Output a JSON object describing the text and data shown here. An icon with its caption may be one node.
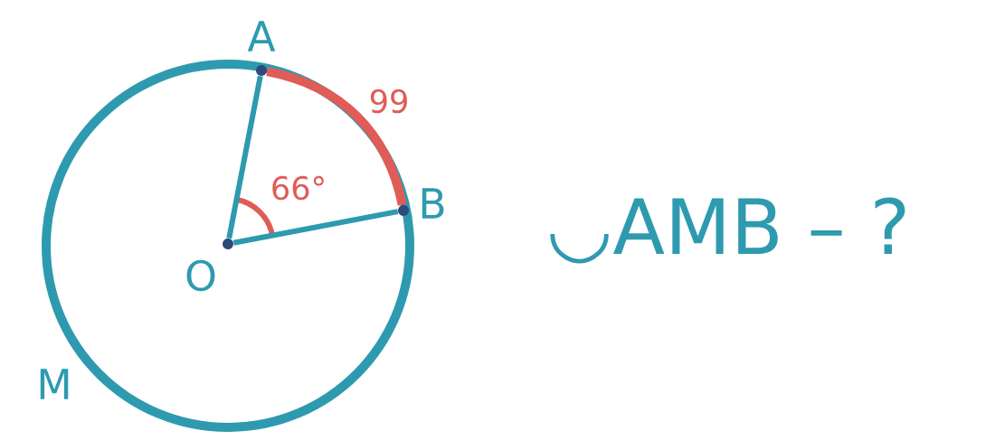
{
  "diagram": {
    "nodes": [
      {
        "text": [],
        "shape": "circle",
        "beside": [
          "O"
        ]
      },
      {
        "text": [],
        "shape": "circle",
        "beside": [
          "A"
        ]
      },
      {
        "text": [],
        "shape": "circle",
        "beside": [
          "B"
        ]
      }
    ],
    "edges": [
      {
        "from": 0,
        "to": 1,
        "arrow": "none"
      },
      {
        "from": 0,
        "to": 2,
        "arrow": "none"
      },
      {
        "from": 2,
        "to": 1,
        "arrow": "none",
        "label": "99",
        "color": "#e05c56"
      }
    ],
    "labels": [
      "66°",
      "M",
      "◡AMB – ?"
    ]
  }
}
